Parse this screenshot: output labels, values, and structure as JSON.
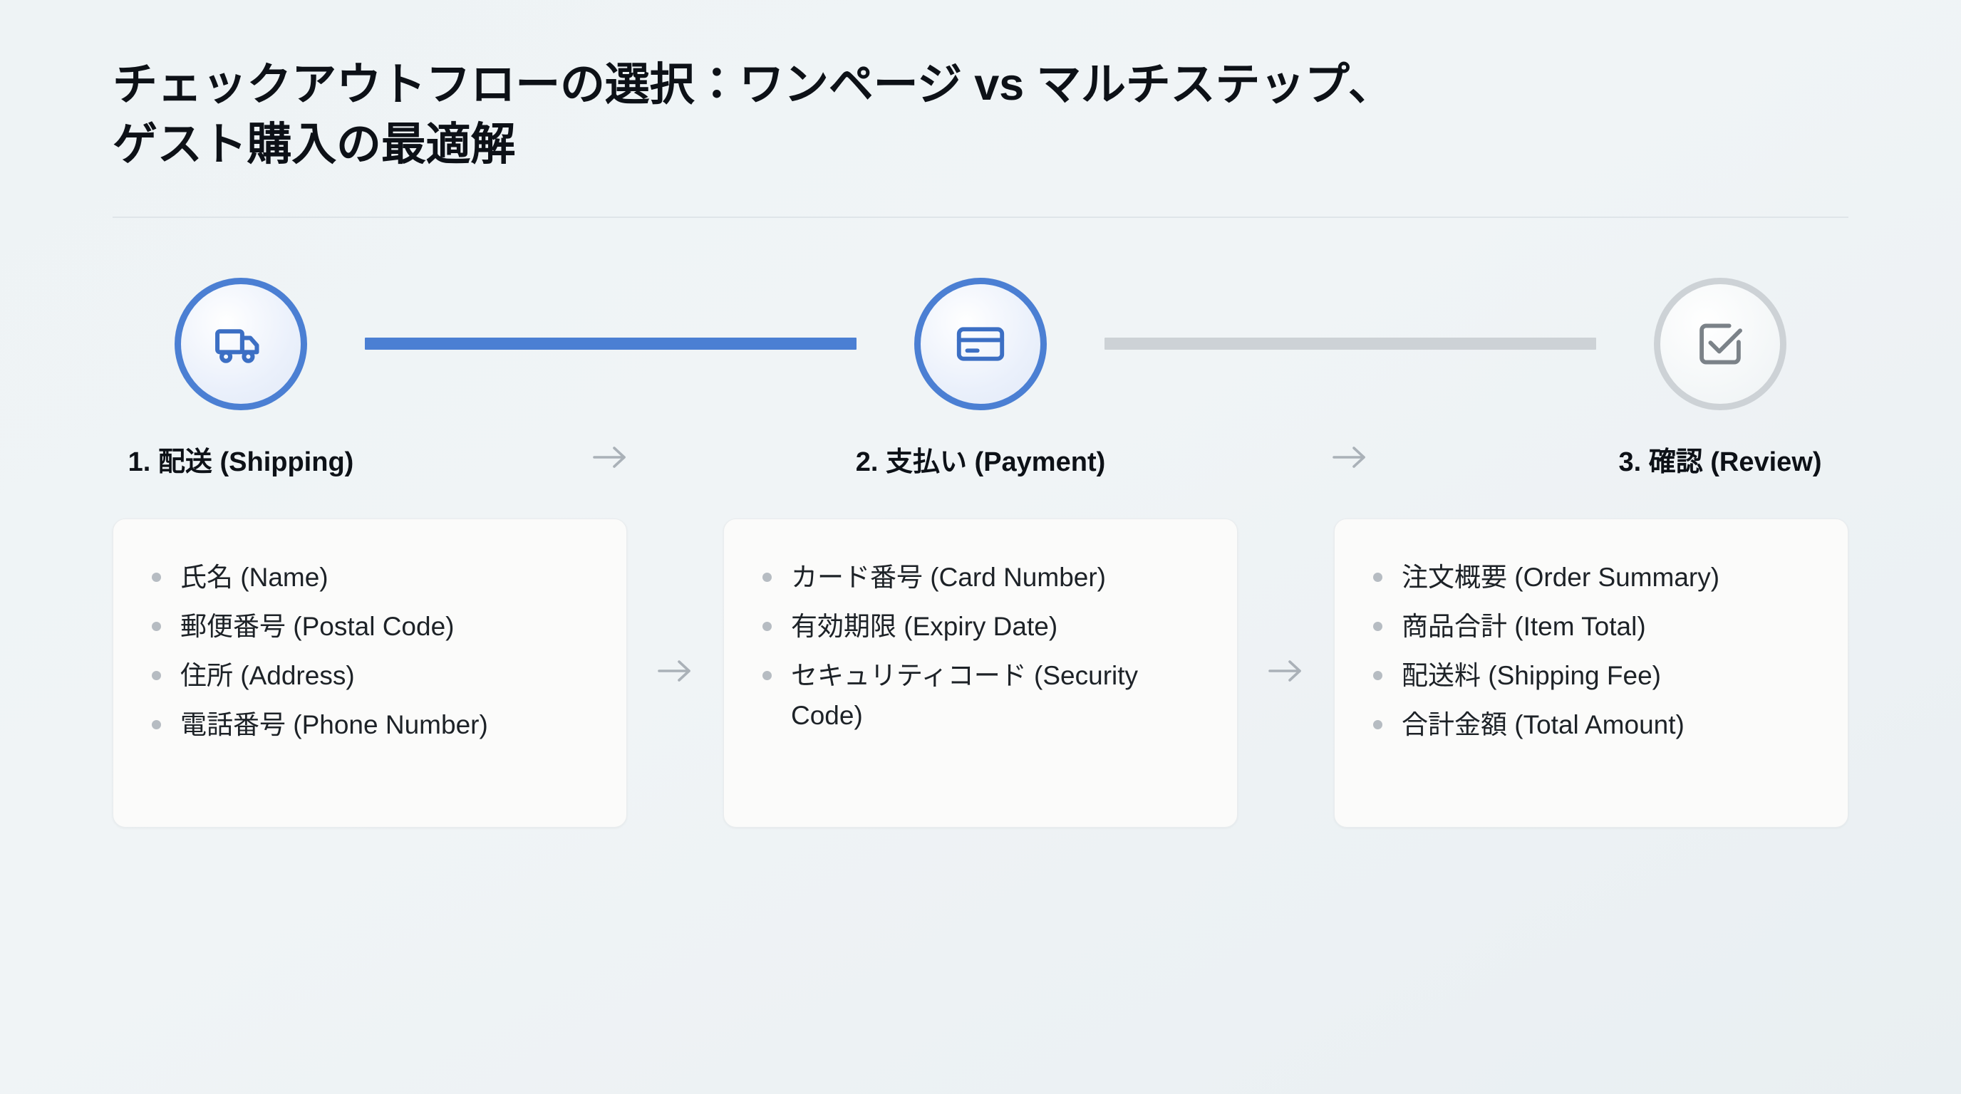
{
  "title": {
    "line1": "チェックアウトフローの選択：ワンページ vs マルチステップ、",
    "line2": "ゲスト購入の最適解"
  },
  "colors": {
    "background": "#eef3f5",
    "active_accent": "#4b7fd3",
    "inactive_grey": "#cdd2d6",
    "arrow_grey": "#aab1b8",
    "card_background": "#fbfbfa",
    "bullet_grey": "#b6bcc2",
    "text_primary": "#0d1117"
  },
  "stepper": {
    "steps": [
      {
        "id": "shipping",
        "label": "1. 配送 (Shipping)",
        "icon": "truck-icon",
        "state": "active"
      },
      {
        "id": "payment",
        "label": "2. 支払い (Payment)",
        "icon": "credit-card-icon",
        "state": "active"
      },
      {
        "id": "review",
        "label": "3. 確認 (Review)",
        "icon": "check-square-icon",
        "state": "inactive"
      }
    ],
    "connectors": [
      {
        "from": "shipping",
        "to": "payment",
        "state": "done"
      },
      {
        "from": "payment",
        "to": "review",
        "state": "todo"
      }
    ],
    "separator_icon": "arrow-right-icon"
  },
  "cards": [
    {
      "id": "shipping-fields",
      "items": [
        "氏名 (Name)",
        "郵便番号 (Postal Code)",
        "住所 (Address)",
        "電話番号 (Phone Number)"
      ]
    },
    {
      "id": "payment-fields",
      "items": [
        "カード番号 (Card Number)",
        "有効期限 (Expiry Date)",
        "セキュリティコード (Security Code)"
      ]
    },
    {
      "id": "review-fields",
      "items": [
        "注文概要 (Order Summary)",
        "商品合計 (Item Total)",
        "配送料 (Shipping Fee)",
        "合計金額 (Total Amount)"
      ]
    }
  ]
}
